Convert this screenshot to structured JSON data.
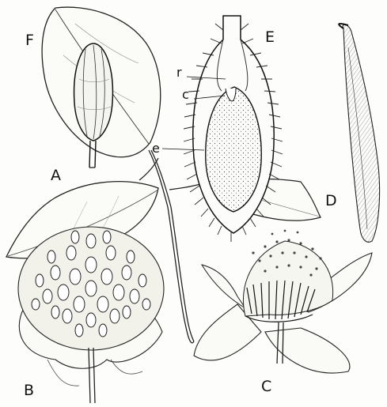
{
  "figure": {
    "labels": {
      "A": "A",
      "B": "B",
      "C": "C",
      "D": "D",
      "E": "E",
      "F": "F",
      "e": "e",
      "r": "r",
      "c": "c"
    }
  }
}
